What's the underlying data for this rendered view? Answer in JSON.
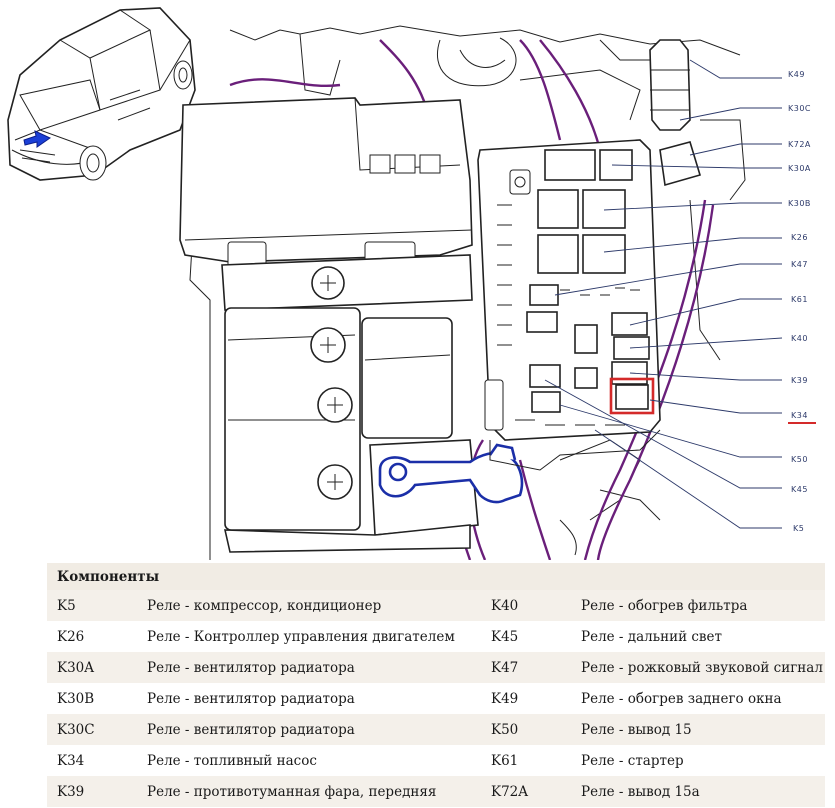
{
  "callouts": [
    {
      "code": "K49",
      "underline": false
    },
    {
      "code": "K30C",
      "underline": false
    },
    {
      "code": "K72A",
      "underline": false
    },
    {
      "code": "K30A",
      "underline": false
    },
    {
      "code": "K30B",
      "underline": false
    },
    {
      "code": "K26",
      "underline": false
    },
    {
      "code": "K47",
      "underline": false
    },
    {
      "code": "K61",
      "underline": false
    },
    {
      "code": "K40",
      "underline": false
    },
    {
      "code": "K39",
      "underline": false
    },
    {
      "code": "K34",
      "underline": true
    },
    {
      "code": "K50",
      "underline": false
    },
    {
      "code": "K45",
      "underline": false
    },
    {
      "code": "K5",
      "underline": false
    }
  ],
  "colors": {
    "highlight": "#d42a2a",
    "wire": "#6a1f7a",
    "arrow": "#1b3fd6",
    "callout": "#2d3a6a",
    "table_header_bg": "#f1ece4",
    "table_alt_bg": "#f4f0ea"
  },
  "components": {
    "title": "Компоненты",
    "rows": [
      {
        "code_left": "K5",
        "desc_left": "Реле - компрессор, кондиционер",
        "code_right": "K40",
        "desc_right": "Реле - обогрев фильтра"
      },
      {
        "code_left": "K26",
        "desc_left": "Реле - Контроллер управления двигателем",
        "code_right": "K45",
        "desc_right": "Реле - дальний свет"
      },
      {
        "code_left": "K30A",
        "desc_left": "Реле - вентилятор радиатора",
        "code_right": "K47",
        "desc_right": "Реле - рожковый звуковой сигнал"
      },
      {
        "code_left": "K30B",
        "desc_left": "Реле - вентилятор радиатора",
        "code_right": "K49",
        "desc_right": "Реле - обогрев заднего окна"
      },
      {
        "code_left": "K30C",
        "desc_left": "Реле - вентилятор радиатора",
        "code_right": "K50",
        "desc_right": "Реле - вывод 15"
      },
      {
        "code_left": "K34",
        "desc_left": "Реле - топливный насос",
        "code_right": "K61",
        "desc_right": "Реле - стартер"
      },
      {
        "code_left": "K39",
        "desc_left": "Реле - противотуманная фара, передняя",
        "code_right": "K72A",
        "desc_right": "Реле - вывод 15a"
      }
    ]
  }
}
